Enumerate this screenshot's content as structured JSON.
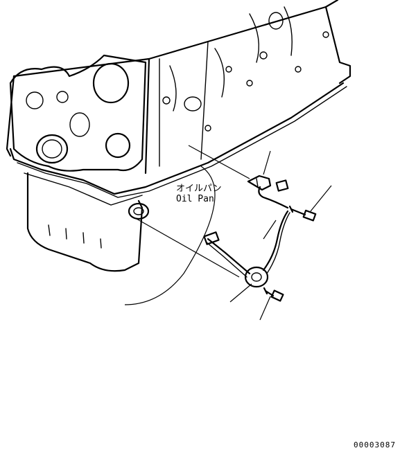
{
  "figure": {
    "callout_jp": "オイルパン",
    "callout_en": "Oil Pan",
    "drawing_code": "00003087"
  },
  "colors": {
    "line": "#000000",
    "background": "#ffffff"
  }
}
